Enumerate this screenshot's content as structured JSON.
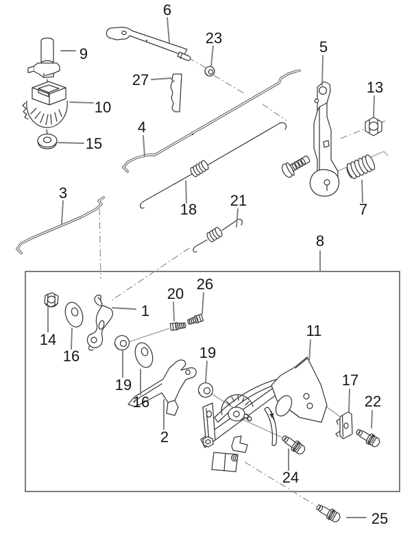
{
  "figure": {
    "background_color": "#ffffff",
    "part_line_color": "#373737",
    "leader_line_color": "#7d7d7d",
    "label_color": "#141414"
  },
  "callouts": {
    "c1": "1",
    "c2": "2",
    "c3": "3",
    "c4": "4",
    "c5": "5",
    "c6": "6",
    "c7": "7",
    "c8": "8",
    "c9": "9",
    "c10": "10",
    "c11": "11",
    "c13": "13",
    "c14": "14",
    "c15": "15",
    "c16a": "16",
    "c16b": "16",
    "c17": "17",
    "c18": "18",
    "c19a": "19",
    "c19b": "19",
    "c20": "20",
    "c21": "21",
    "c22": "22",
    "c23": "23",
    "c24": "24",
    "c25": "25",
    "c26": "26",
    "c27": "27"
  }
}
